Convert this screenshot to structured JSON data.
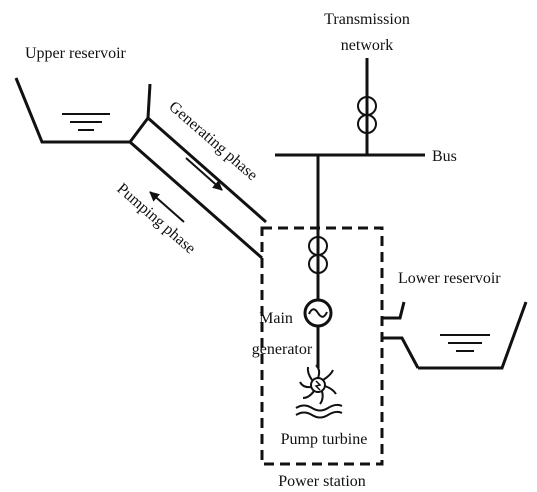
{
  "labels": {
    "transmission_line1": "Transmission",
    "transmission_line2": "network",
    "upper_reservoir": "Upper reservoir",
    "bus": "Bus",
    "generating_phase": "Generating phase",
    "pumping_phase": "Pumping phase",
    "lower_reservoir": "Lower reservoir",
    "main_generator_line1": "Main",
    "main_generator_line2": "generator",
    "pump_turbine": "Pump turbine",
    "power_station": "Power station"
  },
  "colors": {
    "ink": "#111111",
    "background": "#ffffff"
  },
  "icons": [
    "transformer-icon",
    "generator-icon",
    "pump-turbine-icon",
    "water-level-icon",
    "arrow-icon"
  ]
}
